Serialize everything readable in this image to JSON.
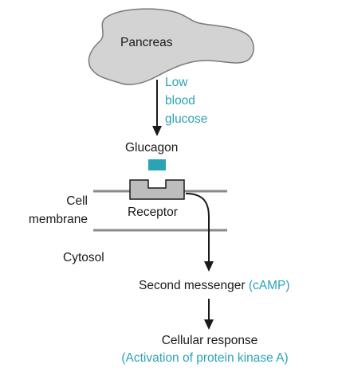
{
  "organ_label": "Pancreas",
  "trigger": [
    "Low",
    "blood",
    "glucose"
  ],
  "hormone_label": "Glucagon",
  "cell_label": "Cell",
  "membrane_label": "membrane",
  "receptor_label": "Receptor",
  "cytosol_label": "Cytosol",
  "second_messenger": {
    "text": "Second messenger ",
    "detail": "(cAMP)"
  },
  "response": {
    "title": "Cellular response",
    "detail": "(Activation of protein kinase A)"
  },
  "colors": {
    "accent": "#2aa4b5",
    "organ_fill": "#d3d3d3",
    "membrane": "#8a8a8a",
    "receptor_fill": "#bdbdbd",
    "text": "#1a1a1a"
  }
}
